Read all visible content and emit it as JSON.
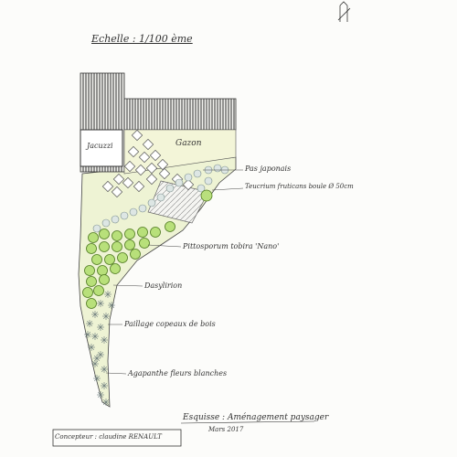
{
  "plan": {
    "scale": "Echelle : 1/100 ème",
    "zones": {
      "jacuzzi": "Jacuzzi",
      "lawn": "Gazon"
    },
    "annotations": [
      "Pas japonais",
      "Teucrium fruticans boule Ø 50cm",
      "Pittosporum tobira 'Nano'",
      "Dasylirion",
      "Paillage copeaux de bois",
      "Agapanthe fleurs blanches"
    ],
    "title_block": {
      "title": "Esquisse : Aménagement paysager",
      "date": "Mars 2017",
      "designer": "Concepteur : claudine RENAULT"
    }
  }
}
